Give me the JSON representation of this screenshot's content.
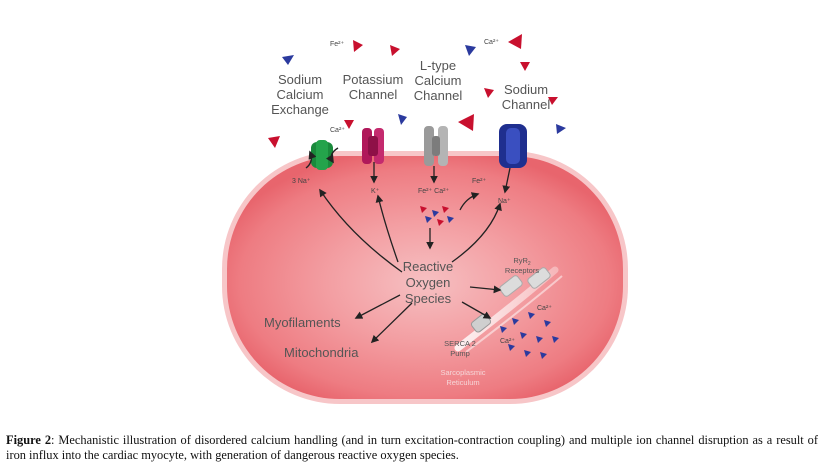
{
  "channels": {
    "ncx": [
      "Sodium",
      "Calcium",
      "Exchange"
    ],
    "potassium": [
      "Potassium",
      "Channel"
    ],
    "ltype": [
      "L-type",
      "Calcium",
      "Channel"
    ],
    "sodium": [
      "Sodium",
      "Channel"
    ]
  },
  "ions": {
    "fe_top": "Fe²⁺",
    "ca_top": "Ca²⁺",
    "ncx_ca": "Ca²⁺",
    "ncx_na": "3 Na⁺",
    "k": "K⁺",
    "ltype_fe_ca": "Fe²⁺ Ca²⁺",
    "fe_side": "Fe²⁺",
    "na": "Na⁺",
    "sr_ca": "Ca²⁺",
    "serca_ca": "Ca²⁺"
  },
  "ros": [
    "Reactive",
    "Oxygen",
    "Species"
  ],
  "targets": {
    "myofilaments": "Myofilaments",
    "mitochondria": "Mitochondria",
    "ryr": [
      "RyR",
      "Receptors"
    ],
    "ryr_sub": "2",
    "serca": [
      "SERCA 2",
      "Pump"
    ],
    "sr": [
      "Sarcoplasmic",
      "Reticulum"
    ]
  },
  "caption": {
    "label": "Figure 2",
    "text": ": Mechanistic illustration of disordered calcium handling (and in turn excitation-contraction coupling) and multiple ion channel disruption as a result of iron influx into the cardiac myocyte, with generation of dangerous reactive oxygen species."
  },
  "colors": {
    "cell_fill": "#f0868a",
    "cell_edge": "#f7c2c4",
    "red_ion": "#c8102e",
    "blue_ion": "#2b3a9e",
    "ncx": "#1a8a3c",
    "potassium": "#b0185a",
    "ltype": "#9a9a9a",
    "sodium": "#1f2f8f"
  }
}
